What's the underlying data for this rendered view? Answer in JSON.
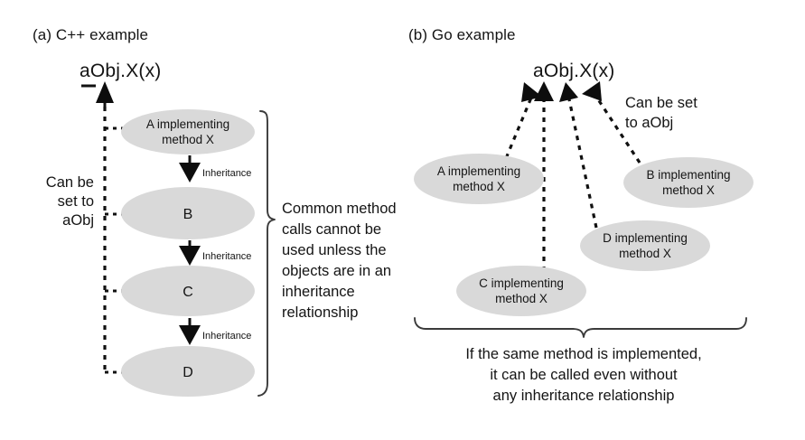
{
  "figure": {
    "background_color": "#ffffff",
    "ellipse_fill": "#d9d9d9",
    "ink_color": "#111111"
  },
  "panel_a": {
    "title": "(a) C++ example",
    "call_expression": "aObj.X(x)",
    "left_note": [
      "Can be",
      "set to",
      "aObj"
    ],
    "nodes": [
      {
        "id": "A",
        "lines": [
          "A implementing",
          "method X"
        ]
      },
      {
        "id": "B",
        "lines": [
          "B"
        ]
      },
      {
        "id": "C",
        "lines": [
          "C"
        ]
      },
      {
        "id": "D",
        "lines": [
          "D"
        ]
      }
    ],
    "edge_labels": [
      "Inheritance",
      "Inheritance",
      "Inheritance"
    ],
    "brace_note": [
      "Common method",
      "calls cannot be",
      "used unless the",
      "objects are in an",
      "inheritance",
      "relationship"
    ]
  },
  "panel_b": {
    "title": "(b) Go example",
    "call_expression": "aObj.X(x)",
    "right_note": [
      "Can be set",
      "to aObj"
    ],
    "nodes": [
      {
        "id": "A",
        "lines": [
          "A implementing",
          "method X"
        ]
      },
      {
        "id": "B",
        "lines": [
          "B implementing",
          "method X"
        ]
      },
      {
        "id": "C",
        "lines": [
          "C implementing",
          "method X"
        ]
      },
      {
        "id": "D",
        "lines": [
          "D implementing",
          "method X"
        ]
      }
    ],
    "brace_note": [
      "If the same method is implemented,",
      "it can be called even without",
      "any inheritance relationship"
    ]
  }
}
